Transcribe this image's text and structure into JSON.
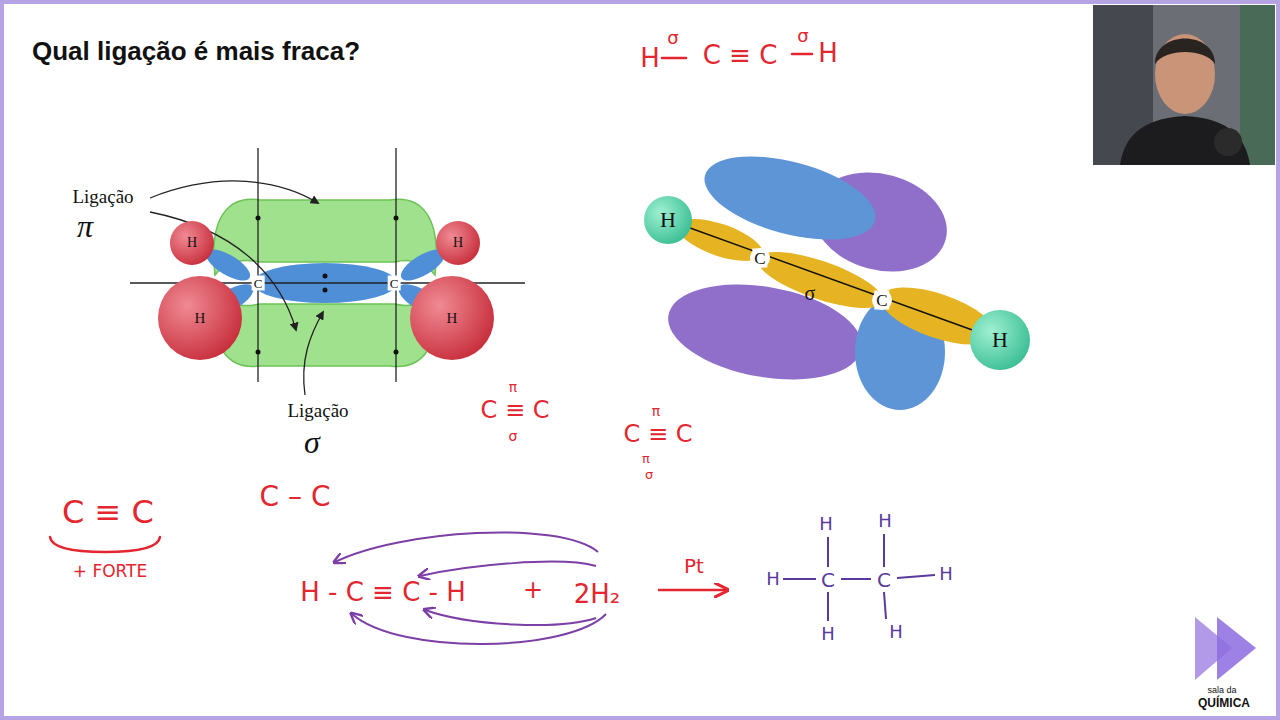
{
  "diagram": {
    "title": "Qual ligação é mais fraca?",
    "nodes": [
      {
        "text": [
          "H"
        ]
      },
      {
        "text": [
          "H"
        ]
      },
      {
        "text": [
          "H"
        ]
      },
      {
        "text": [
          "H"
        ]
      },
      {
        "text": [
          "H"
        ]
      },
      {
        "text": [
          "H"
        ]
      }
    ],
    "labels": [
      "Ligação",
      "π",
      "Ligação",
      "σ",
      "C",
      "C",
      "H",
      "C ≡ C",
      "H",
      "σ",
      "σ",
      "C",
      "σ",
      "C",
      "C ≡ C",
      "π",
      "σ",
      "C ≡ C",
      "π",
      "π",
      "σ",
      "C ≡ C",
      "+ FORTE",
      "C – C",
      "H - C ≡ C - H",
      "+",
      "2H₂",
      "Pt",
      "H",
      "H",
      "H",
      "C",
      "C",
      "H",
      "H",
      "H",
      "sala da",
      "QUÍMICA"
    ]
  }
}
